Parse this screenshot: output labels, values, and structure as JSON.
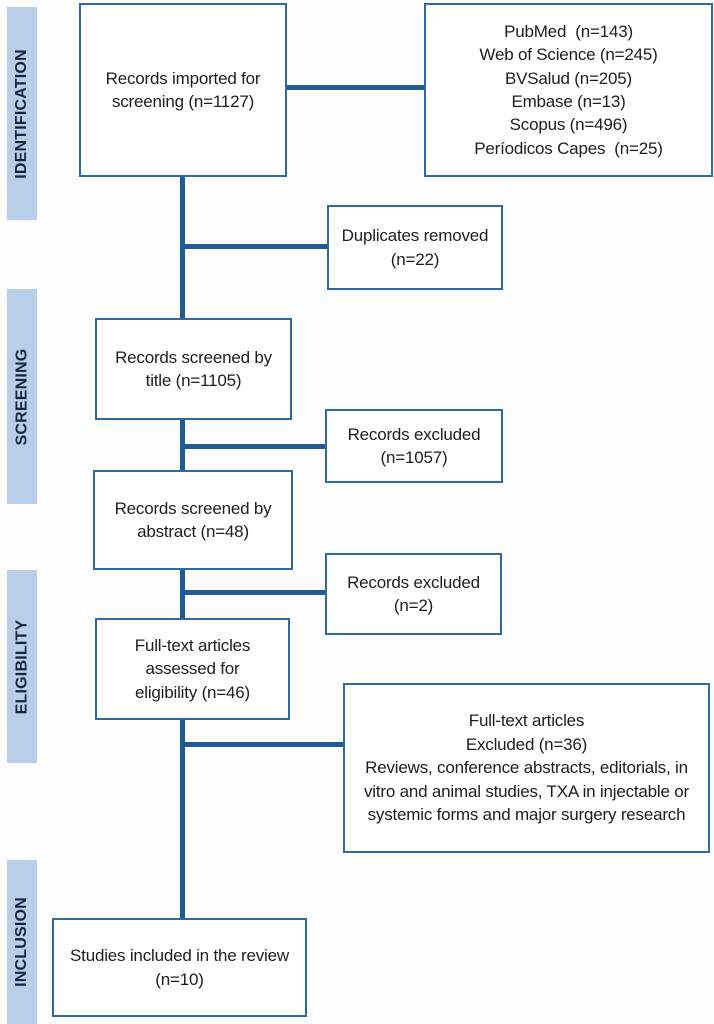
{
  "colors": {
    "background": "#fdfdfd",
    "sidebar_fill": "#b9cfe9",
    "sidebar_text": "#18243c",
    "box_border": "#2e6a9e",
    "box_fill": "#ffffff",
    "connector": "#1e5b97",
    "text": "#1d1d1f"
  },
  "sidebar": {
    "labels": [
      {
        "label": "IDENTIFICATION"
      },
      {
        "label": "SCREENING"
      },
      {
        "label": "ELIGIBILITY"
      },
      {
        "label": "INCLUSION"
      }
    ]
  },
  "boxes": {
    "records_imported": {
      "lines": [
        "Records imported for",
        "screening (n=1127)"
      ]
    },
    "databases": {
      "lines": [
        "PubMed  (n=143)",
        "Web of Science (n=245)",
        "BVSalud (n=205)",
        "Embase (n=13)",
        "Scopus (n=496)",
        "Períodicos Capes  (n=25)"
      ]
    },
    "duplicates_removed": {
      "lines": [
        "Duplicates removed",
        "(n=22)"
      ]
    },
    "screened_title": {
      "lines": [
        "Records screened by",
        "title (n=1105)"
      ]
    },
    "excluded_title": {
      "lines": [
        "Records excluded",
        "(n=1057)"
      ]
    },
    "screened_abstract": {
      "lines": [
        "Records screened by",
        "abstract (n=48)"
      ]
    },
    "excluded_abstract": {
      "lines": [
        "Records excluded",
        "(n=2)"
      ]
    },
    "fulltext_assessed": {
      "lines": [
        "Full-text articles",
        "assessed for",
        "eligibility (n=46)"
      ]
    },
    "fulltext_excluded": {
      "lines": [
        "Full-text articles",
        "Excluded (n=36)",
        "Reviews, conference abstracts, editorials, in",
        "vitro and animal studies, TXA in injectable or",
        "systemic forms and major surgery research"
      ]
    },
    "studies_included": {
      "lines": [
        "Studies included in the review",
        "(n=10)"
      ]
    }
  }
}
